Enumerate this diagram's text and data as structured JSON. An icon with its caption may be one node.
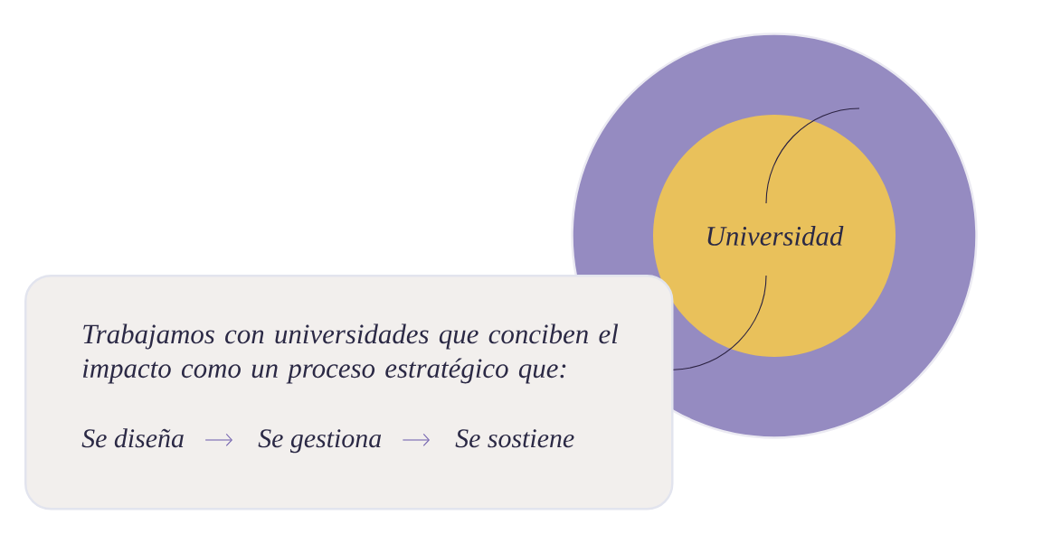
{
  "diagram": {
    "nodes": [
      {
        "text": [],
        "shape": "circle"
      },
      {
        "text": [
          "Universidad"
        ],
        "in": 0
      },
      {
        "text": [
          "Trabajamos con universidades que conciben el impacto como un proceso estratégico que:"
        ]
      },
      {
        "text": [
          "Se diseña"
        ],
        "in": 2
      },
      {
        "text": [
          "Se gestiona"
        ],
        "in": 2
      },
      {
        "text": [
          "Se sostiene"
        ],
        "in": 2
      }
    ],
    "edges": [
      {
        "from": null,
        "to": 1,
        "arrow": "none"
      },
      {
        "from": 1,
        "to": 2,
        "arrow": "none"
      },
      {
        "from": 3,
        "to": 4,
        "arrow": "to",
        "color": "#7565b0"
      },
      {
        "from": 4,
        "to": 5,
        "arrow": "to",
        "color": "#7565b0"
      }
    ]
  }
}
